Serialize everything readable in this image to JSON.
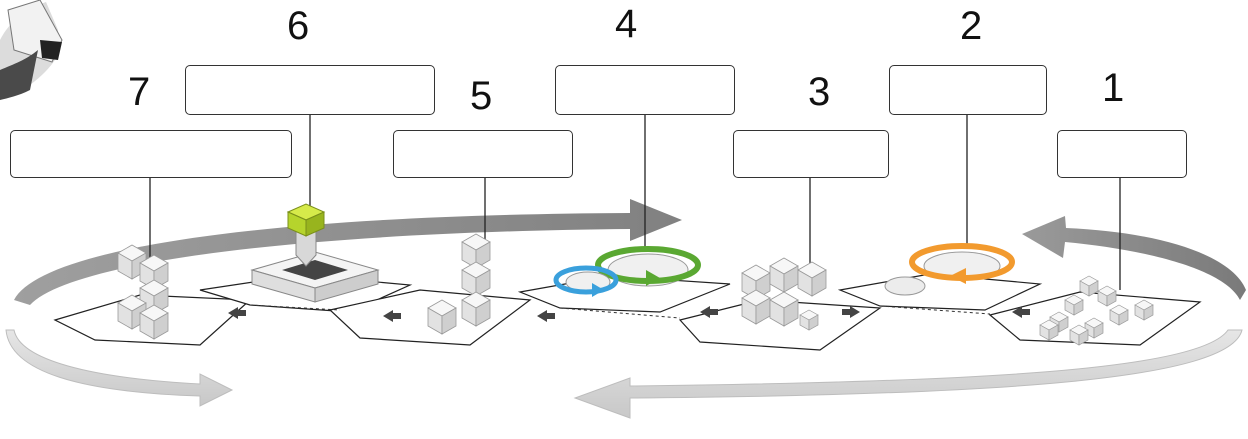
{
  "diagram": {
    "steps": [
      {
        "number": "1",
        "label": ""
      },
      {
        "number": "2",
        "label": ""
      },
      {
        "number": "3",
        "label": ""
      },
      {
        "number": "4",
        "label": ""
      },
      {
        "number": "5",
        "label": ""
      },
      {
        "number": "6",
        "label": ""
      },
      {
        "number": "7",
        "label": ""
      }
    ],
    "colors": {
      "gear_orange": "#f29a2e",
      "gear_green": "#5aa832",
      "gear_blue": "#3aa0dc",
      "block_yellow_green": "#b6d42c",
      "arrow_gray": "#8f8f8f",
      "arrow_light": "#d8d8d8"
    }
  }
}
